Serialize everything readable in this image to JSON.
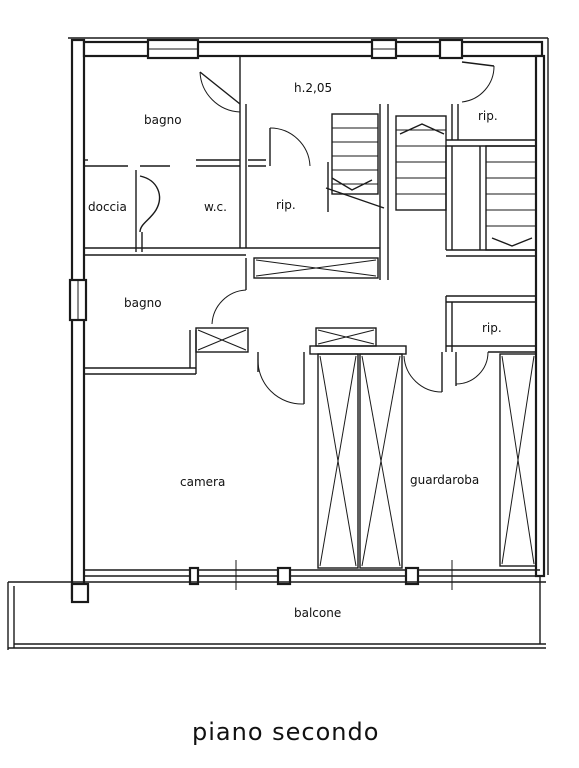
{
  "plan": {
    "title": "piano secondo",
    "height_note": "h.2,05",
    "rooms": {
      "bagno_top": "bagno",
      "doccia": "doccia",
      "wc": "w.c.",
      "rip_center": "rip.",
      "rip_top_right": "rip.",
      "bagno_mid": "bagno",
      "rip_mid_right": "rip.",
      "camera": "camera",
      "guardaroba": "guardaroba",
      "balcone": "balcone"
    }
  }
}
